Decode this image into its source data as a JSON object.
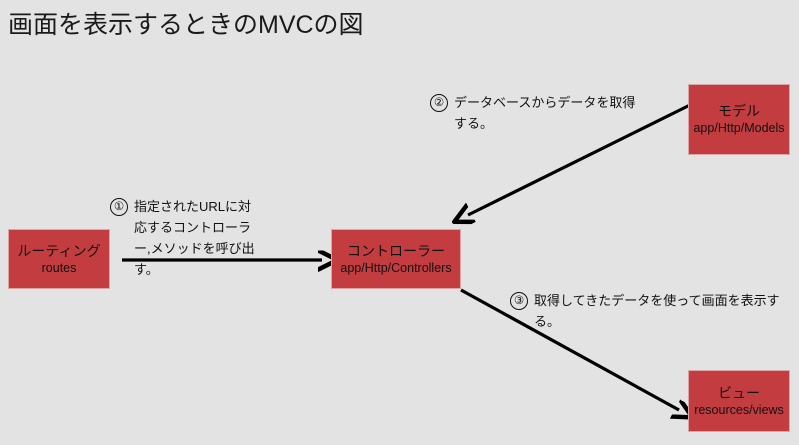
{
  "title": "画面を表示するときのMVCの図",
  "colors": {
    "background": "#e3e3e3",
    "node_fill": "#c23c40",
    "node_border": "#dba5a6",
    "text": "#111111",
    "arrow": "#000000"
  },
  "nodes": {
    "routes": {
      "label": "ルーティング",
      "path": "routes"
    },
    "controller": {
      "label": "コントローラー",
      "path": "app/Http/Controllers"
    },
    "model": {
      "label": "モデル",
      "path": "app/Http/Models"
    },
    "view": {
      "label": "ビュー",
      "path": "resources/views"
    }
  },
  "annotations": [
    {
      "marker": "①",
      "text": "指定されたURLに対応するコントローラー,メソッドを呼び出す。"
    },
    {
      "marker": "②",
      "text": "データベースからデータを取得する。"
    },
    {
      "marker": "③",
      "text": "取得してきたデータを使って画面を表示する。"
    }
  ],
  "arrows": [
    {
      "name": "routes-to-controller",
      "from": "routes",
      "to": "controller"
    },
    {
      "name": "model-to-controller",
      "from": "model",
      "to": "controller"
    },
    {
      "name": "controller-to-view",
      "from": "controller",
      "to": "view"
    }
  ]
}
